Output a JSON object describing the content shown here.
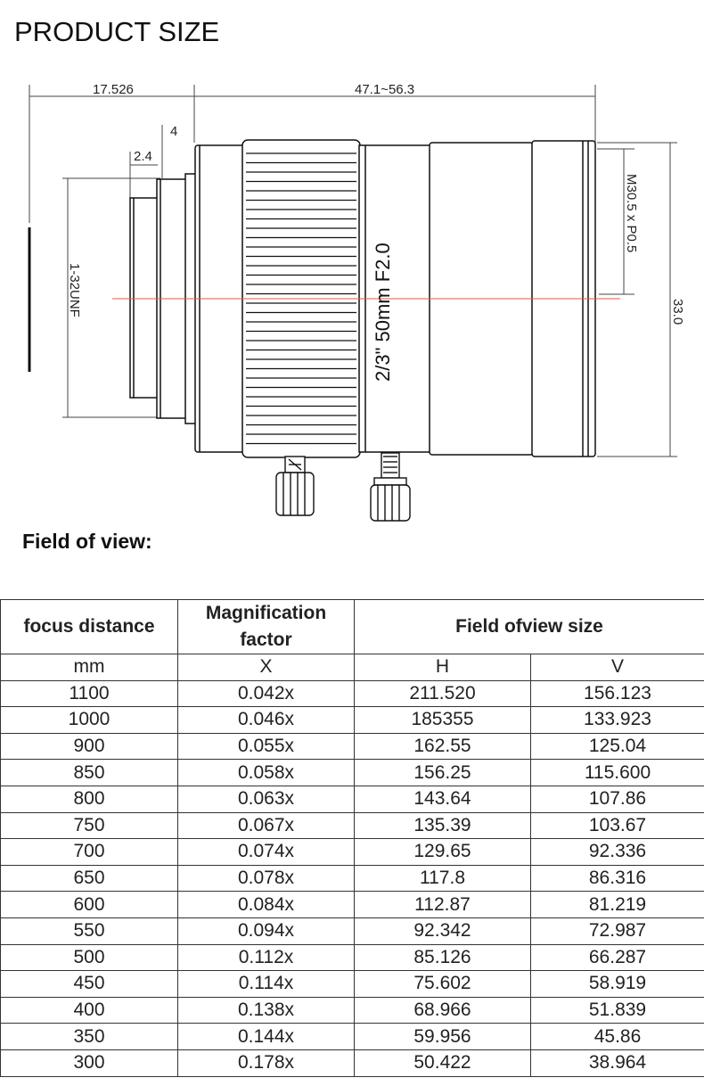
{
  "page_title": "PRODUCT SIZE",
  "drawing": {
    "dims": {
      "back_length": "17.526",
      "body_length": "47.1~56.3",
      "flange": "4",
      "mount_step": "2.4",
      "mount_thread": "1-32UNF",
      "filter_thread": "M30.5 x P0.5",
      "diameter": "33.0"
    },
    "barrel_text": "2/3\"  50mm  F2.0",
    "colors": {
      "center_line": "#e05a4a",
      "line": "#111111"
    }
  },
  "fov_title": "Field of view:",
  "table": {
    "headers": {
      "focus": "focus distance",
      "magnification": "Magnification factor",
      "fov_size": "Field ofview size"
    },
    "units": [
      "mm",
      "X",
      "H",
      "V"
    ],
    "rows": [
      [
        "1100",
        "0.042x",
        "211.520",
        "156.123"
      ],
      [
        "1000",
        "0.046x",
        "185355",
        "133.923"
      ],
      [
        "900",
        "0.055x",
        "162.55",
        "125.04"
      ],
      [
        "850",
        "0.058x",
        "156.25",
        "115.600"
      ],
      [
        "800",
        "0.063x",
        "143.64",
        "107.86"
      ],
      [
        "750",
        "0.067x",
        "135.39",
        "103.67"
      ],
      [
        "700",
        "0.074x",
        "129.65",
        "92.336"
      ],
      [
        "650",
        "0.078x",
        "117.8",
        "86.316"
      ],
      [
        "600",
        "0.084x",
        "112.87",
        "81.219"
      ],
      [
        "550",
        "0.094x",
        "92.342",
        "72.987"
      ],
      [
        "500",
        "0.112x",
        "85.126",
        "66.287"
      ],
      [
        "450",
        "0.114x",
        "75.602",
        "58.919"
      ],
      [
        "400",
        "0.138x",
        "68.966",
        "51.839"
      ],
      [
        "350",
        "0.144x",
        "59.956",
        "45.86"
      ],
      [
        "300",
        "0.178x",
        "50.422",
        "38.964"
      ]
    ]
  }
}
